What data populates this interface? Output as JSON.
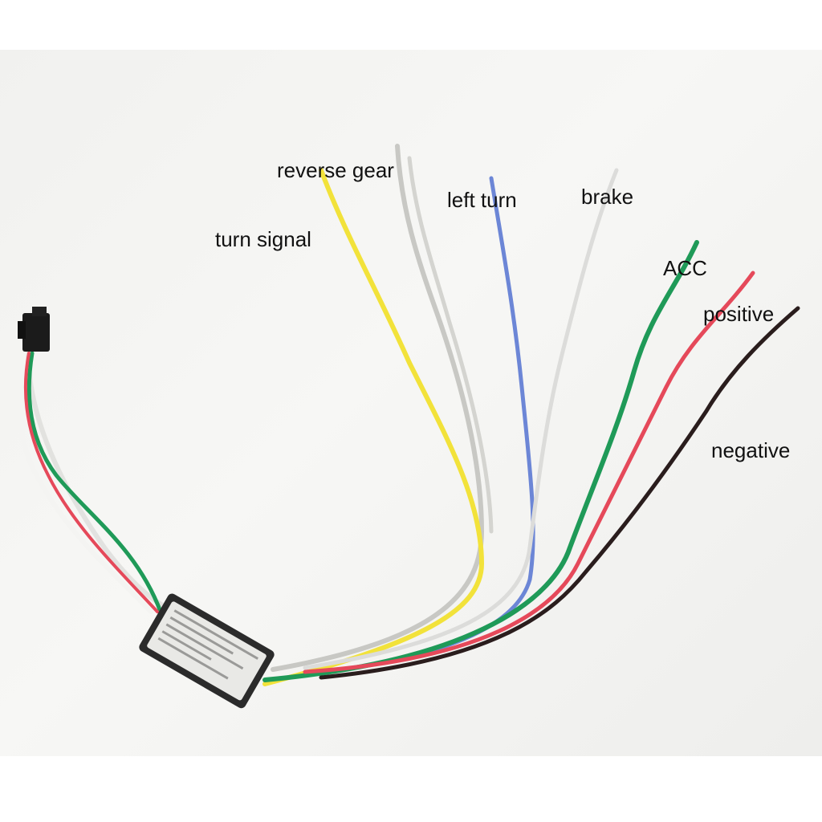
{
  "photo": {
    "wires": [
      {
        "id": "turn-signal",
        "label": "turn signal",
        "color": "#f2e23a"
      },
      {
        "id": "reverse-gear",
        "label": "reverse gear",
        "color": "#c8c8c4"
      },
      {
        "id": "left-turn",
        "label": "left turn",
        "color": "#6c86d6"
      },
      {
        "id": "brake",
        "label": "brake",
        "color": "#dcdcda"
      },
      {
        "id": "acc",
        "label": "ACC",
        "color": "#1f9a58"
      },
      {
        "id": "positive",
        "label": "positive",
        "color": "#e5495a"
      },
      {
        "id": "negative",
        "label": "negative",
        "color": "#2a1d1d"
      }
    ],
    "module_color": "#2b2b2b"
  }
}
